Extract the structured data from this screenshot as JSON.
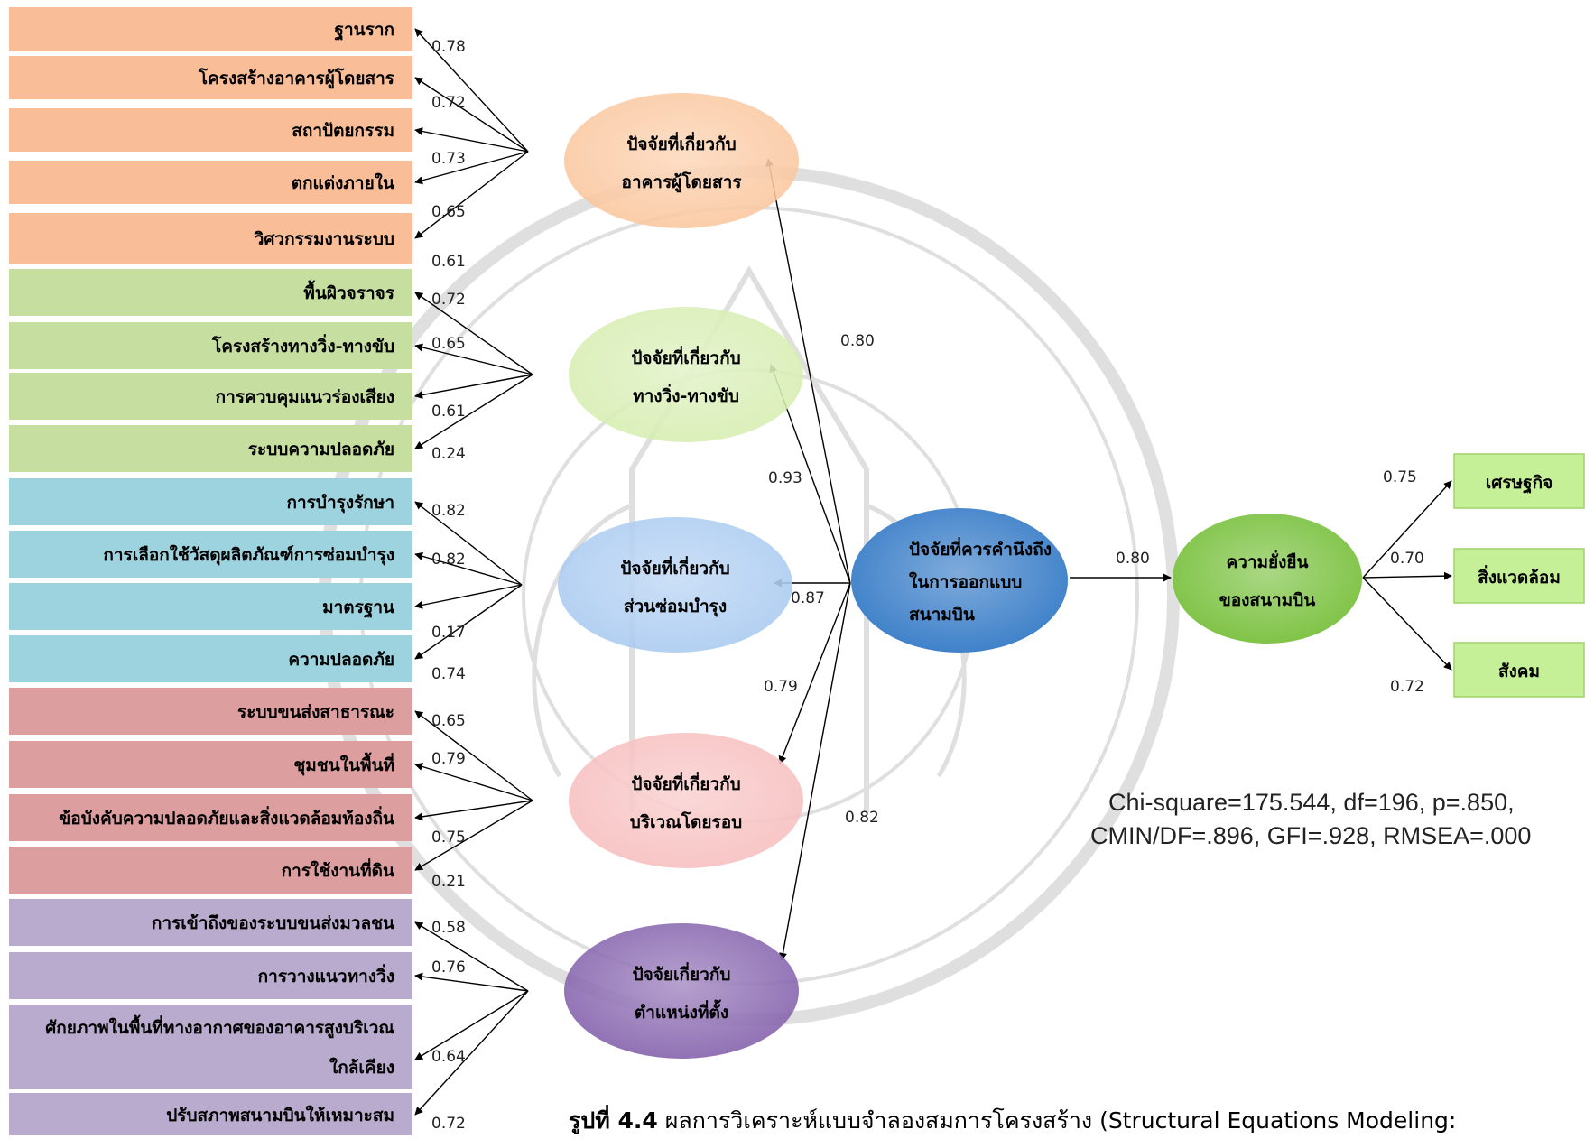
{
  "colors": {
    "group1": "#f9be98",
    "group2": "#c6dea0",
    "group3": "#9dd3df",
    "group4": "#dc9e9e",
    "group5": "#b9abcd",
    "outcome": "#c6f098"
  },
  "indicators": [
    {
      "label": "ฐานราก",
      "group": 1,
      "loading": "0.78",
      "target": 0
    },
    {
      "label": "โครงสร้างอาคารผู้โดยสาร",
      "group": 1,
      "loading": "0.72",
      "target": 0
    },
    {
      "label": "สถาปัตยกรรม",
      "group": 1,
      "loading": "0.73",
      "target": 0
    },
    {
      "label": "ตกแต่งภายใน",
      "group": 1,
      "loading": "0.65",
      "target": 0
    },
    {
      "label": "วิศวกรรมงานระบบ",
      "group": 1,
      "loading": "0.61",
      "target": 0
    },
    {
      "label": "พื้นผิวจราจร",
      "group": 2,
      "loading": "0.72",
      "target": 1
    },
    {
      "label": "โครงสร้างทางวิ่ง-ทางขับ",
      "group": 2,
      "loading": "0.65",
      "target": 1
    },
    {
      "label": "การควบคุมแนวร่องเสียง",
      "group": 2,
      "loading": "0.61",
      "target": 1
    },
    {
      "label": "ระบบความปลอดภัย",
      "group": 2,
      "loading": "0.24",
      "target": 1
    },
    {
      "label": "การบำรุงรักษา",
      "group": 3,
      "loading": "0.82",
      "target": 2
    },
    {
      "label": "การเลือกใช้วัสดุผลิตภัณฑ์การซ่อมบำรุง",
      "group": 3,
      "loading": "0.82",
      "target": 2
    },
    {
      "label": "มาตรฐาน",
      "group": 3,
      "loading": "0.17",
      "target": 2
    },
    {
      "label": "ความปลอดภัย",
      "group": 3,
      "loading": "0.74",
      "target": 2
    },
    {
      "label": "ระบบขนส่งสาธารณะ",
      "group": 4,
      "loading": "0.65",
      "target": 3
    },
    {
      "label": "ชุมชนในพื้นที่",
      "group": 4,
      "loading": "0.79",
      "target": 3
    },
    {
      "label": "ข้อบังคับความปลอดภัยและสิ่งแวดล้อมท้องถิ่น",
      "group": 4,
      "loading": "0.75",
      "target": 3
    },
    {
      "label": "การใช้งานที่ดิน",
      "group": 4,
      "loading": "0.21",
      "target": 3
    },
    {
      "label": "การเข้าถึงของระบบขนส่งมวลชน",
      "group": 5,
      "loading": "0.58",
      "target": 4
    },
    {
      "label": "การวางแนวทางวิ่ง",
      "group": 5,
      "loading": "0.76",
      "target": 4
    },
    {
      "label": "ศักยภาพในพื้นที่ทางอากาศของอาคารสูงบริเวณ",
      "label2": "ใกล้เคียง",
      "group": 5,
      "loading": "0.64",
      "target": 4
    },
    {
      "label": "ปรับสภาพสนามบินให้เหมาะสม",
      "group": 5,
      "loading": "0.72",
      "target": 4
    }
  ],
  "factors": [
    {
      "line1": "ปัจจัยที่เกี่ยวกับ",
      "line2": "อาคารผู้โดยสาร",
      "color": "#fbc59b",
      "path": "0.80"
    },
    {
      "line1": "ปัจจัยที่เกี่ยวกับ",
      "line2": "ทางวิ่ง-ทางขับ",
      "color": "#d5edae",
      "path": "0.93"
    },
    {
      "line1": "ปัจจัยที่เกี่ยวกับ",
      "line2": "ส่วนซ่อมบำรุง",
      "color": "#a6c8f0",
      "path": "0.87"
    },
    {
      "line1": "ปัจจัยที่เกี่ยวกับ",
      "line2": "บริเวณโดยรอบ",
      "color": "#f7bcbc",
      "path": "0.79"
    },
    {
      "line1": "ปัจจัยเกี่ยวกับ",
      "line2": "ตำแหน่งที่ตั้ง",
      "color": "#7e5aa8",
      "path": "0.82"
    }
  ],
  "central": {
    "line1": "ปัจจัยที่ควรคำนึงถึง",
    "line2": "ในการออกแบบ",
    "line3": "สนามบิน",
    "color": "#3a7ec8",
    "path_to_outcome": "0.80"
  },
  "outcome": {
    "line1": "ความยั่งยืน",
    "line2": "ของสนามบิน",
    "color": "#7cc242"
  },
  "outcome_indicators": [
    {
      "label": "เศรษฐกิจ",
      "loading": "0.75"
    },
    {
      "label": "สิ่งแวดล้อม",
      "loading": "0.70"
    },
    {
      "label": "สังคม",
      "loading": "0.72"
    }
  ],
  "fit": {
    "line1": "Chi-square=175.544, df=196, p=.850,",
    "line2": "CMIN/DF=.896, GFI=.928, RMSEA=.000"
  },
  "caption": {
    "bold": "รูปที่  4.4",
    "text": " ผลการวิเคราะห์แบบจำลองสมการโครงสร้าง (Structural Equations Modeling:"
  }
}
